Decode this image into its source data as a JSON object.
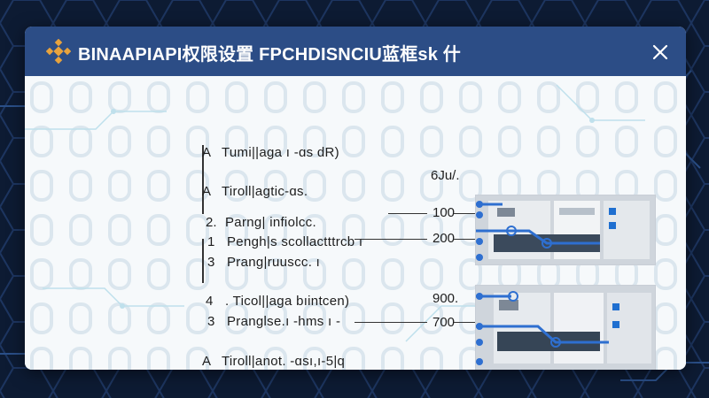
{
  "window": {
    "title": "BINAAPIAPI权限设置 FPCHDISNCIU蓝框sk 什",
    "close_label": "×"
  },
  "rows": [
    {
      "num": "A",
      "text": "Tumi||aga ı -ɑs dR)"
    },
    {
      "num": "A",
      "text": "Tiroll|agtic-ɑs."
    },
    {
      "num": "2.",
      "text": "Parng| infiolcc."
    },
    {
      "num": "1",
      "text": "Pengh|s scollactttrcb ı"
    },
    {
      "num": "3",
      "text": "Prang|ruuscc. ı"
    },
    {
      "num": "4",
      "text": ". Ticol||aga bıintcen)"
    },
    {
      "num": "3",
      "text": "Pranglse.ı -hms ı -"
    },
    {
      "num": "A",
      "text": "Tiroll|anot. -ɑsı,ı-5|q"
    }
  ],
  "values": [
    {
      "label": "6Ju/.",
      "kind": "header"
    },
    {
      "label": "100"
    },
    {
      "label": "200"
    },
    {
      "label": "900."
    },
    {
      "label": "700"
    }
  ],
  "colors": {
    "titlebar": "#2c4d86",
    "accent": "#2e6fd0",
    "logo": "#e8a33d",
    "background": "#0d1b33"
  },
  "icons": [
    "binance-logo-icon",
    "close-icon"
  ]
}
